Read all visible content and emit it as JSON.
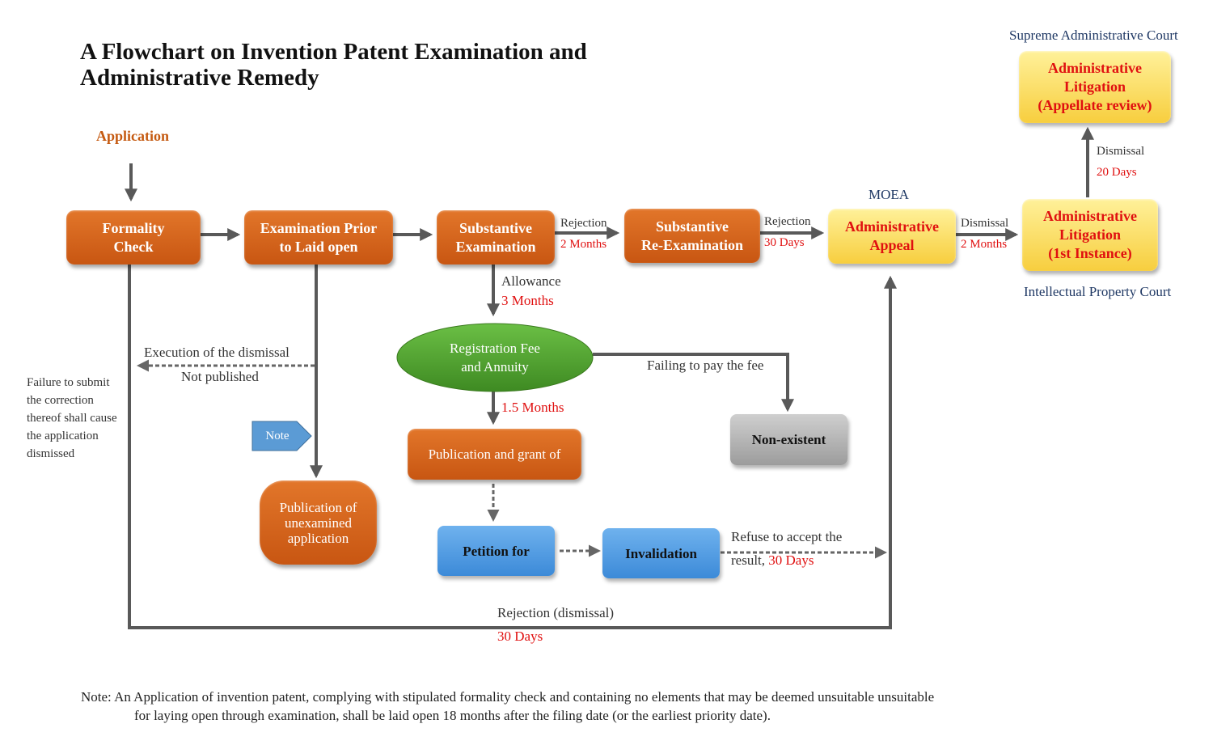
{
  "title": {
    "line1": "A Flowchart on Invention Patent Examination and",
    "line2": "Administrative Remedy"
  },
  "nodes": {
    "application": "Application",
    "formality_check": [
      "Formality",
      "Check"
    ],
    "exam_prior": [
      "Examination Prior",
      "to Laid open"
    ],
    "substantive_exam": [
      "Substantive",
      "Examination"
    ],
    "substantive_reexam": [
      "Substantive",
      "Re-Examination"
    ],
    "admin_appeal": [
      "Administrative",
      "Appeal"
    ],
    "litigation_first": [
      "Administrative",
      "Litigation",
      "(1st Instance)"
    ],
    "litigation_appellate": [
      "Administrative",
      "Litigation",
      "(Appellate review)"
    ],
    "registration_fee": [
      "Registration Fee",
      "and Annuity"
    ],
    "publication_grant": "Publication and grant of",
    "non_existent": "Non-existent",
    "note_tag": "Note",
    "unexamined": [
      "Publication of",
      "unexamined",
      "application"
    ],
    "petition": "Petition for",
    "invalidation": "Invalidation"
  },
  "labels": {
    "supreme_court": "Supreme Administrative Court",
    "ip_court": "Intellectual Property Court",
    "moea": "MOEA",
    "rejection": "Rejection",
    "two_months": "2 Months",
    "thirty_days": "30 Days",
    "dismissal": "Dismissal",
    "twenty_days": "20 Days",
    "allowance": "Allowance",
    "three_months": "3 Months",
    "one_half_months": "1.5 Months",
    "execution_dismissal": "Execution of the dismissal",
    "not_published": "Not published",
    "failing_fee": "Failing to pay the fee",
    "refuse_line1": "Refuse to accept the",
    "refuse_line2": "result,",
    "rejection_dismissal": "Rejection (dismissal)",
    "failure_note": [
      "Failure to submit",
      "the correction",
      "thereof shall cause",
      "the application",
      "dismissed"
    ]
  },
  "footnote": {
    "line1": "Note:  An Application of invention patent, complying with stipulated formality check and containing no elements that may be deemed unsuitable unsuitable",
    "line2": "for laying open through examination, shall be laid open 18 months after the filing date (or the earliest priority date)."
  },
  "colors": {
    "orange_box": "#d2641c",
    "yellow_box": "#fbe06a",
    "blue_box": "#5aa3e6",
    "gray_box": "#b5b5b5",
    "green_ellipse": "#4a9a2a",
    "red_text": "#e01010",
    "navy_text": "#1f3864",
    "application_text": "#c55a11"
  }
}
